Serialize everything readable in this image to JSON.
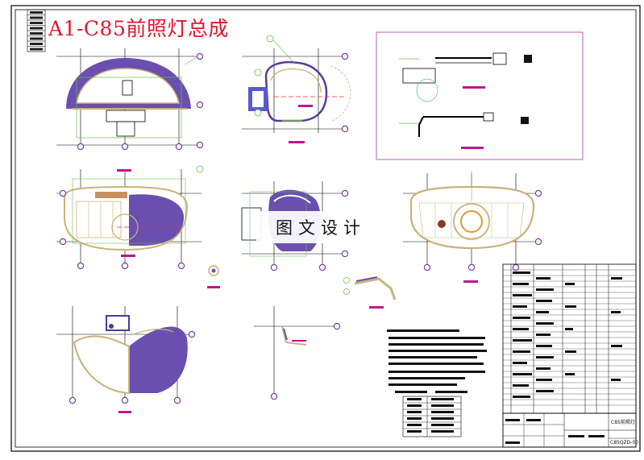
{
  "drawing": {
    "title": "A1-C85前照灯总成",
    "watermark": "图文设计",
    "title_block": {
      "name": "C85前照灯",
      "code": "C85QZD-00"
    }
  }
}
